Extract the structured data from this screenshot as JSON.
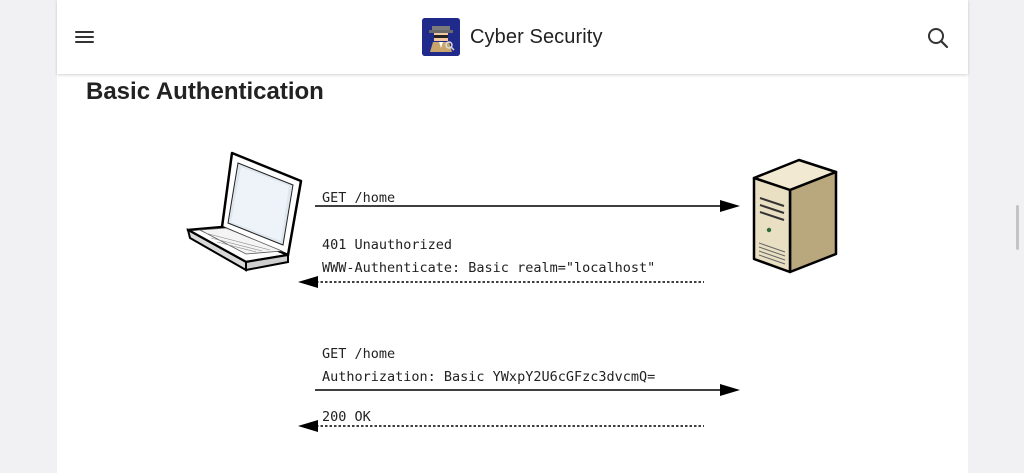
{
  "appbar": {
    "title": "Cyber Security",
    "menu_icon": "hamburger-menu-icon",
    "search_icon": "search-icon",
    "logo_icon": "spy-detective-logo"
  },
  "article": {
    "title": "Basic Authentication"
  },
  "diagram": {
    "client_icon": "laptop-icon",
    "server_icon": "server-tower-icon",
    "messages": [
      {
        "lines": [
          "GET /home"
        ],
        "direction": "client-to-server",
        "style": "solid"
      },
      {
        "lines": [
          "401 Unauthorized",
          "WWW-Authenticate: Basic realm=\"localhost\""
        ],
        "direction": "server-to-client",
        "style": "dashed"
      },
      {
        "lines": [
          "GET /home",
          "Authorization: Basic YWxpY2U6cGFzc3dvcmQ="
        ],
        "direction": "client-to-server",
        "style": "solid"
      },
      {
        "lines": [
          "200 OK"
        ],
        "direction": "server-to-client",
        "style": "dashed"
      }
    ]
  },
  "colors": {
    "background": "#f1f1f3",
    "surface": "#ffffff",
    "text": "#222222",
    "logo_bg": "#1f2a8a"
  }
}
